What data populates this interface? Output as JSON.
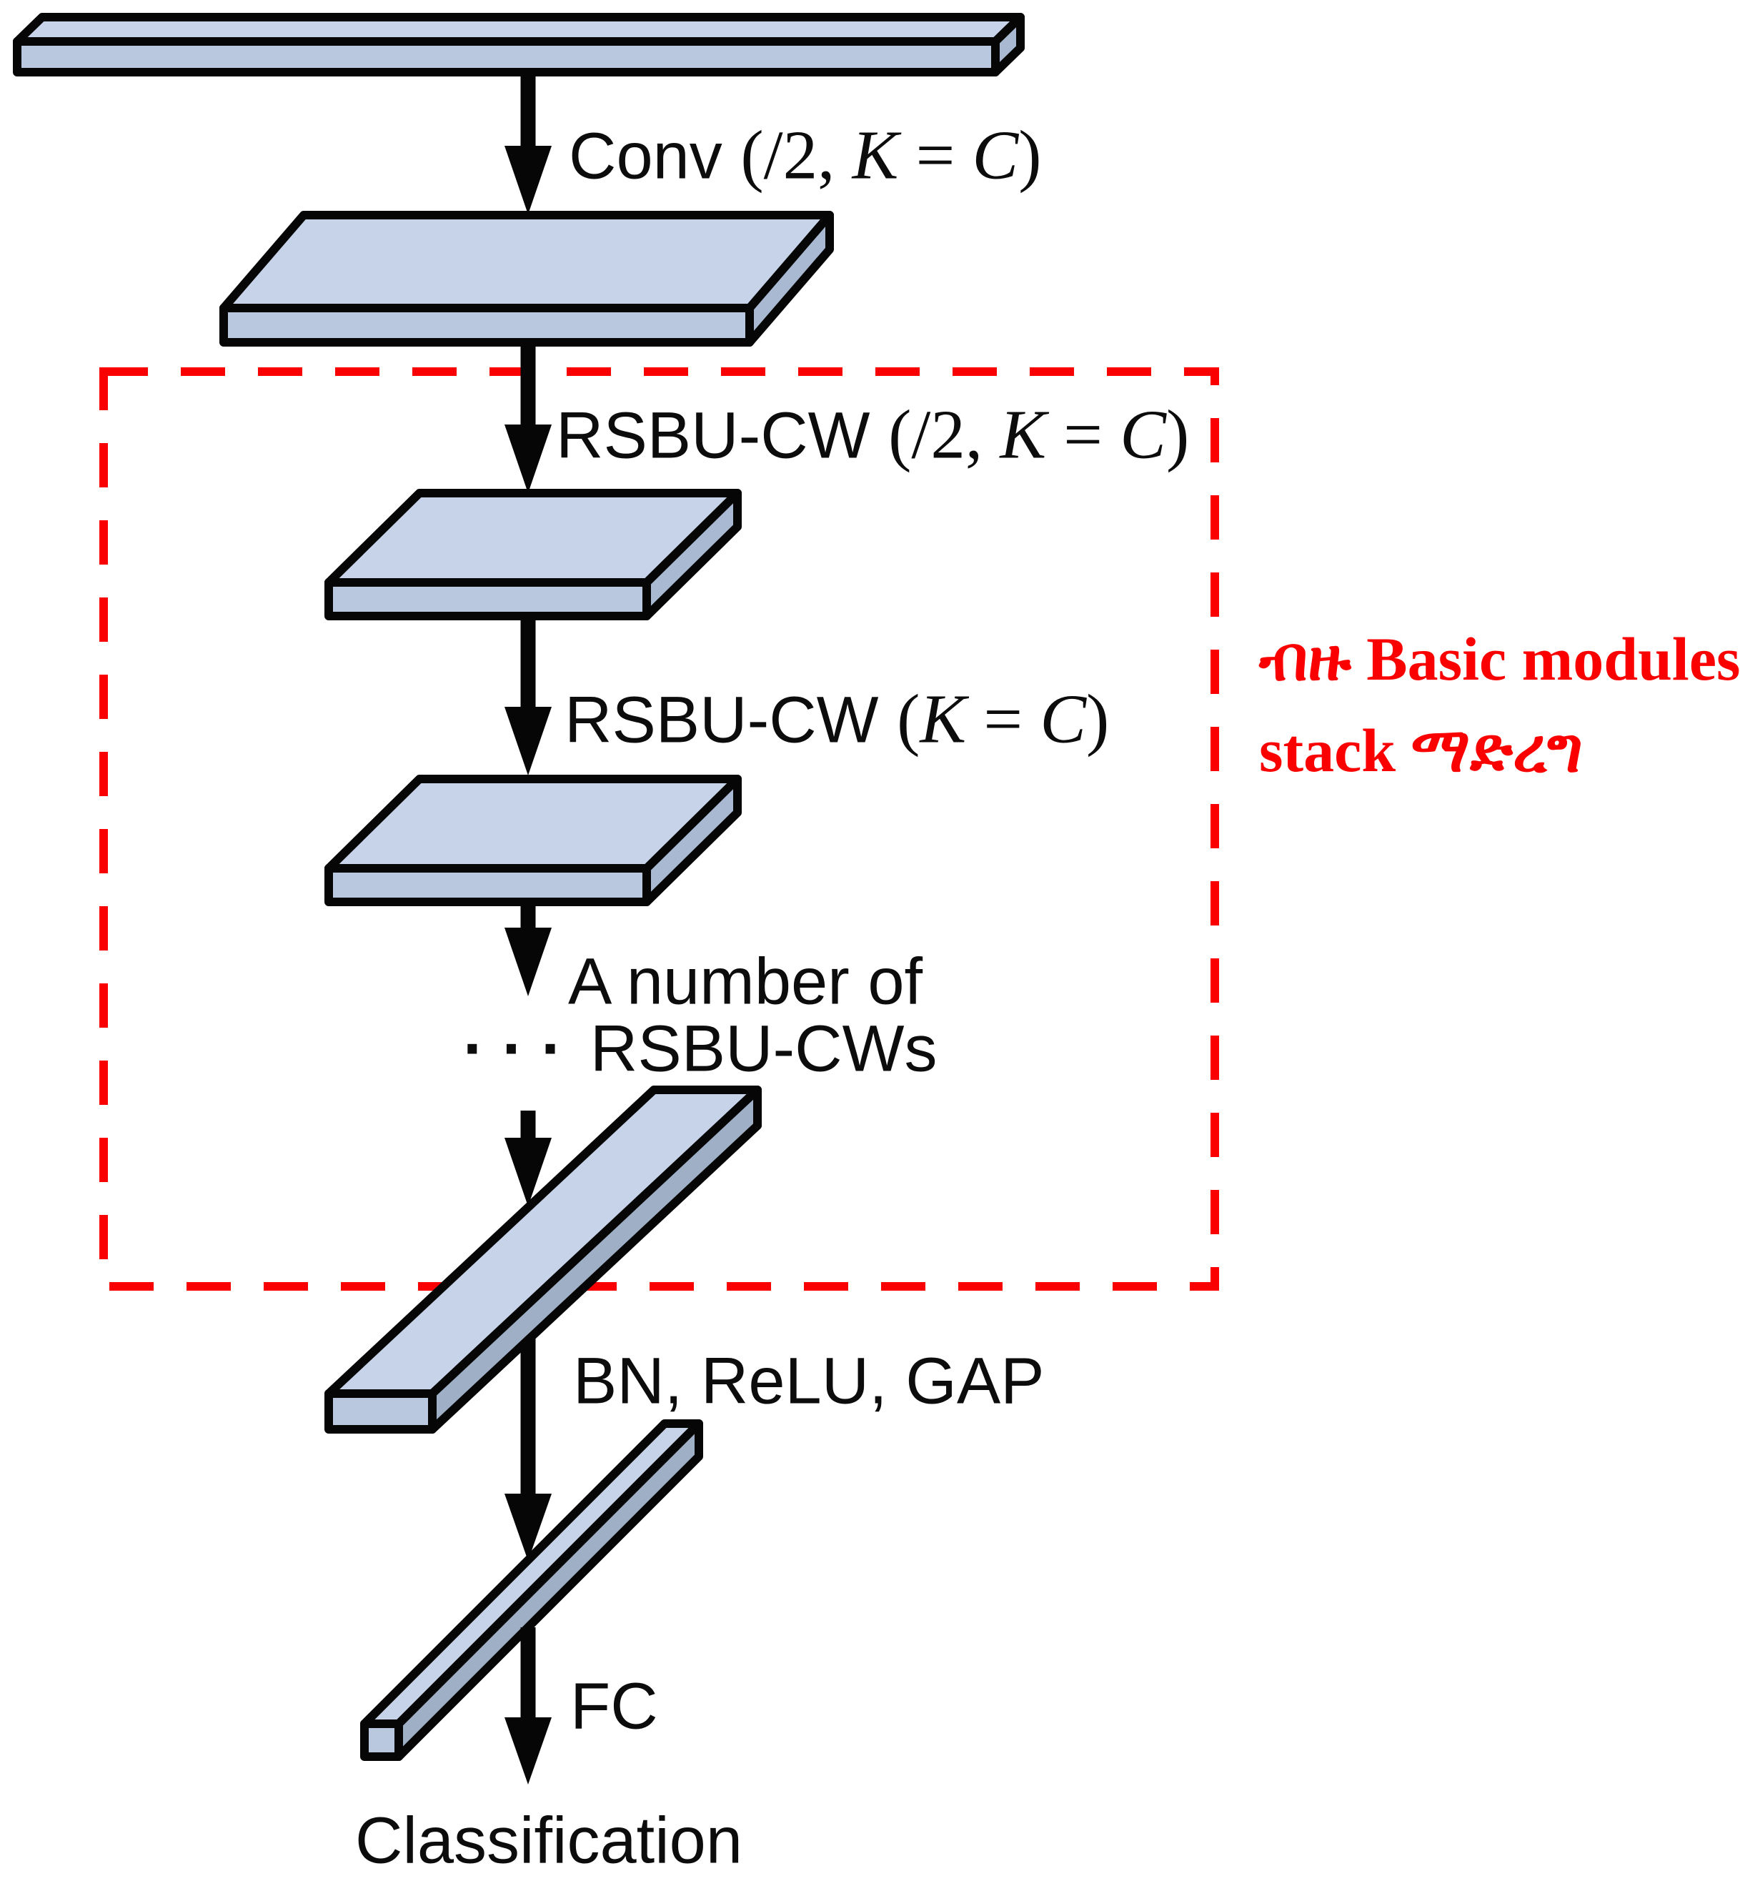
{
  "figure": {
    "type": "architecture-diagram",
    "description_visible": false,
    "background": "#ffffff"
  },
  "diagram": {
    "colors": {
      "face_top": "#c6d3e8",
      "face_front": "#b9c8df",
      "face_side": "#a9b9d1",
      "face_side_dark": "#9fb0c6",
      "outline": "#060606",
      "dashed_box": "#fb0000",
      "label_text": "#0c0c0c"
    },
    "operations": {
      "conv": {
        "name": "Conv ",
        "paren_pre": "(/2, ",
        "var_k": "K",
        "equals": " = ",
        "var_c": "C",
        "paren_post": ")"
      },
      "rsbu_stride": {
        "name": "RSBU-CW ",
        "paren_pre": "(/2, ",
        "var_k": "K",
        "equals": " = ",
        "var_c": "C",
        "paren_post": ")"
      },
      "rsbu": {
        "name": "RSBU-CW ",
        "paren_pre": "(",
        "var_k": "K",
        "equals": " = ",
        "var_c": "C",
        "paren_post": ")"
      },
      "repeat_note": {
        "line1": "A number of",
        "dots": "···",
        "line2": "RSBU-CWs"
      },
      "bn_relu_gap": "BN, ReLU, GAP",
      "fc": "FC"
    },
    "output_label": "Classification",
    "annotation": {
      "line1": "ብዙ Basic modules",
      "line2": "stack ማድረግ",
      "color": "#fb0000"
    }
  }
}
